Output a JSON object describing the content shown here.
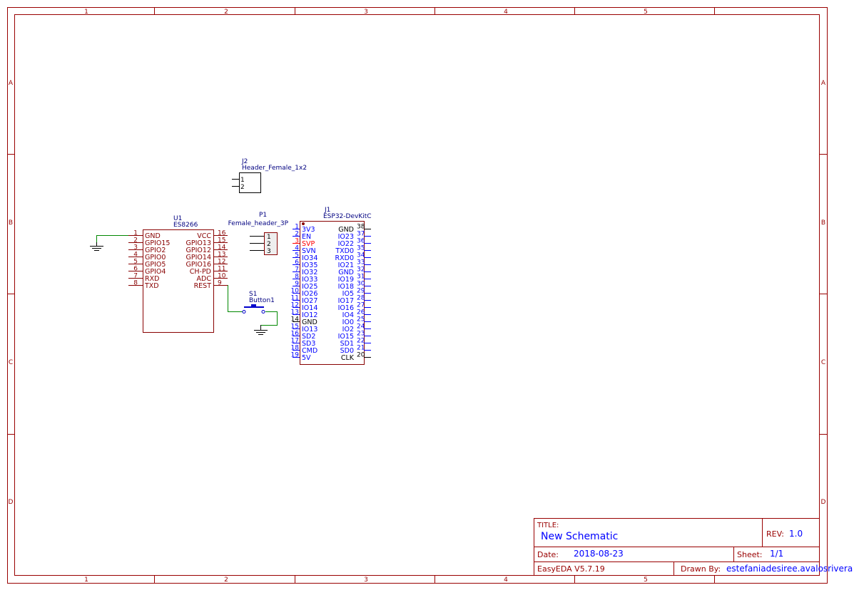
{
  "colors": {
    "frame": "#990000",
    "wire": "#008800",
    "label_blue": "#0000ff",
    "label_red": "#880000",
    "pin_red": "#ff0000"
  },
  "frame": {
    "columns": [
      "1",
      "2",
      "3",
      "4",
      "5"
    ],
    "rows": [
      "A",
      "B",
      "C",
      "D"
    ]
  },
  "title_block": {
    "title_label": "TITLE:",
    "title": "New Schematic",
    "rev_label": "REV:",
    "rev": "1.0",
    "date_label": "Date:",
    "date": "2018-08-23",
    "sheet_label": "Sheet:",
    "sheet": "1/1",
    "software": "EasyEDA V5.7.19",
    "drawn_by_label": "Drawn By:",
    "drawn_by": "estefaniadesiree.avalosrivera"
  },
  "components": {
    "u1": {
      "ref": "U1",
      "value": "ES8266",
      "left_pins": [
        {
          "num": "1",
          "name": "GND"
        },
        {
          "num": "2",
          "name": "GPIO15"
        },
        {
          "num": "3",
          "name": "GPIO2"
        },
        {
          "num": "4",
          "name": "GPIO0"
        },
        {
          "num": "5",
          "name": "GPIO5"
        },
        {
          "num": "6",
          "name": "GPIO4"
        },
        {
          "num": "7",
          "name": "RXD"
        },
        {
          "num": "8",
          "name": "TXD"
        }
      ],
      "right_pins": [
        {
          "num": "16",
          "name": "VCC"
        },
        {
          "num": "15",
          "name": "GPIO13"
        },
        {
          "num": "14",
          "name": "GPIO12"
        },
        {
          "num": "13",
          "name": "GPIO14"
        },
        {
          "num": "12",
          "name": "GPIO16"
        },
        {
          "num": "11",
          "name": "CH-PD"
        },
        {
          "num": "10",
          "name": "ADC"
        },
        {
          "num": "9",
          "name": "REST"
        }
      ]
    },
    "j2": {
      "ref": "J2",
      "value": "Header_Female_1x2",
      "pins": [
        "1",
        "2"
      ]
    },
    "p1": {
      "ref": "P1",
      "value": "Female_header_3P",
      "pins": [
        "1",
        "2",
        "3"
      ]
    },
    "s1": {
      "ref": "S1",
      "value": "Button1"
    },
    "j1": {
      "ref": "J1",
      "value": "ESP32-DevKitC",
      "left_pins": [
        {
          "num": "1",
          "name": "3V3"
        },
        {
          "num": "2",
          "name": "EN"
        },
        {
          "num": "3",
          "name": "SVP",
          "color": "red"
        },
        {
          "num": "4",
          "name": "SVN"
        },
        {
          "num": "5",
          "name": "IO34"
        },
        {
          "num": "6",
          "name": "IO35"
        },
        {
          "num": "7",
          "name": "IO32"
        },
        {
          "num": "8",
          "name": "IO33"
        },
        {
          "num": "9",
          "name": "IO25"
        },
        {
          "num": "10",
          "name": "IO26"
        },
        {
          "num": "11",
          "name": "IO27"
        },
        {
          "num": "12",
          "name": "IO14"
        },
        {
          "num": "13",
          "name": "IO12"
        },
        {
          "num": "14",
          "name": "GND",
          "color": "black"
        },
        {
          "num": "15",
          "name": "IO13"
        },
        {
          "num": "16",
          "name": "SD2"
        },
        {
          "num": "17",
          "name": "SD3"
        },
        {
          "num": "18",
          "name": "CMD"
        },
        {
          "num": "19",
          "name": "5V"
        }
      ],
      "right_pins": [
        {
          "num": "38",
          "name": "GND",
          "color": "black"
        },
        {
          "num": "37",
          "name": "IO23"
        },
        {
          "num": "36",
          "name": "IO22"
        },
        {
          "num": "35",
          "name": "TXD0"
        },
        {
          "num": "34",
          "name": "RXD0"
        },
        {
          "num": "33",
          "name": "IO21"
        },
        {
          "num": "32",
          "name": "GND"
        },
        {
          "num": "31",
          "name": "IO19"
        },
        {
          "num": "30",
          "name": "IO18"
        },
        {
          "num": "29",
          "name": "IO5"
        },
        {
          "num": "28",
          "name": "IO17"
        },
        {
          "num": "27",
          "name": "IO16"
        },
        {
          "num": "26",
          "name": "IO4"
        },
        {
          "num": "25",
          "name": "IO0"
        },
        {
          "num": "24",
          "name": "IO2"
        },
        {
          "num": "23",
          "name": "IO15"
        },
        {
          "num": "22",
          "name": "SD1"
        },
        {
          "num": "21",
          "name": "SD0"
        },
        {
          "num": "20",
          "name": "CLK",
          "color": "black"
        }
      ]
    }
  }
}
